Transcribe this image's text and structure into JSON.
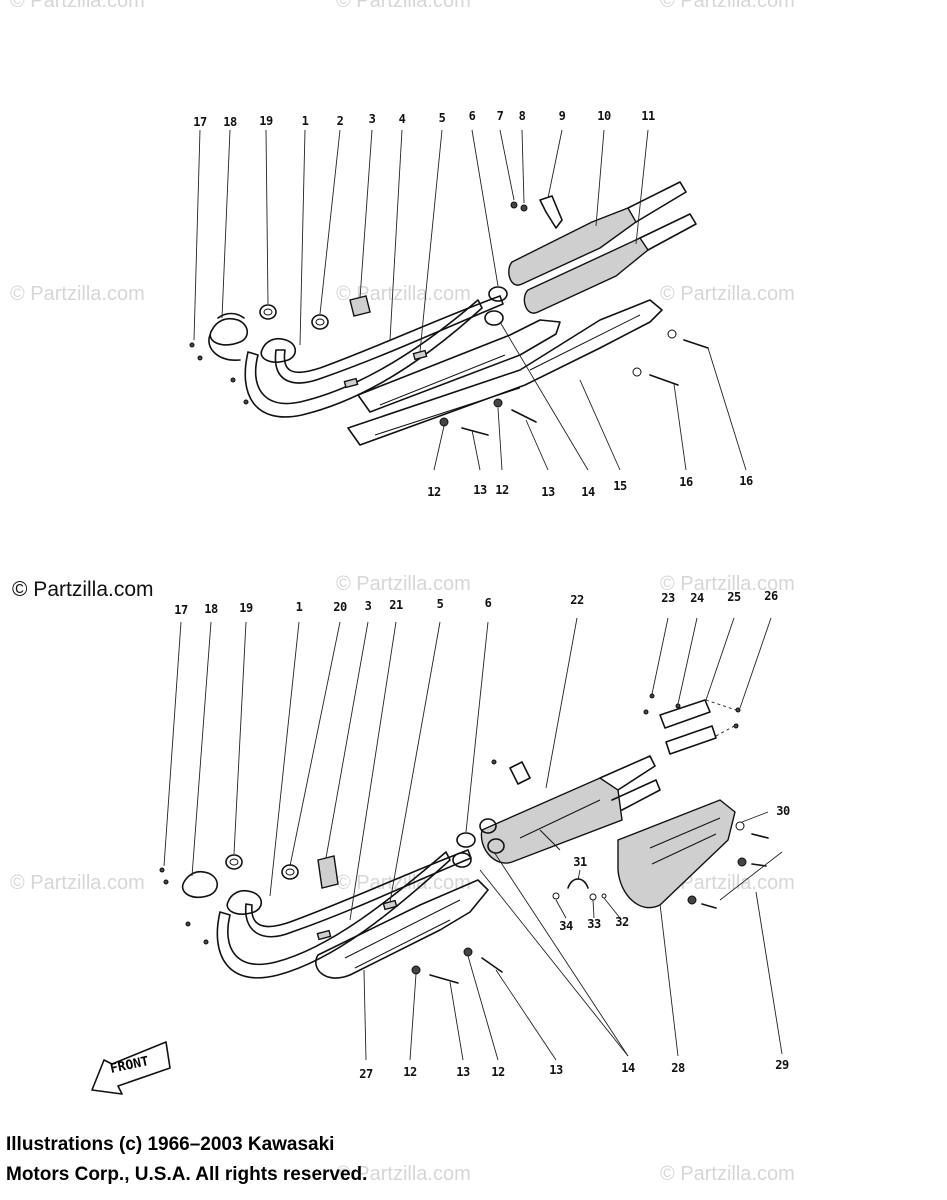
{
  "watermark": {
    "faint": "© Partzilla.com",
    "main": "© Partzilla.com"
  },
  "copyright": {
    "line1": "Illustrations (c) 1966–2003 Kawasaki",
    "line2": "Motors Corp., U.S.A.  All rights reserved."
  },
  "front_label": "FRONT",
  "diagram_top": {
    "labels": [
      "17",
      "18",
      "19",
      "1",
      "2",
      "3",
      "4",
      "5",
      "6",
      "7",
      "8",
      "9",
      "10",
      "11",
      "12",
      "13",
      "12",
      "13",
      "14",
      "15",
      "16",
      "16"
    ]
  },
  "diagram_bottom": {
    "labels": [
      "17",
      "18",
      "19",
      "1",
      "20",
      "3",
      "21",
      "5",
      "6",
      "22",
      "23",
      "24",
      "25",
      "26",
      "30",
      "31",
      "34",
      "33",
      "32",
      "12",
      "13",
      "12",
      "13",
      "14",
      "27",
      "28",
      "29"
    ]
  }
}
